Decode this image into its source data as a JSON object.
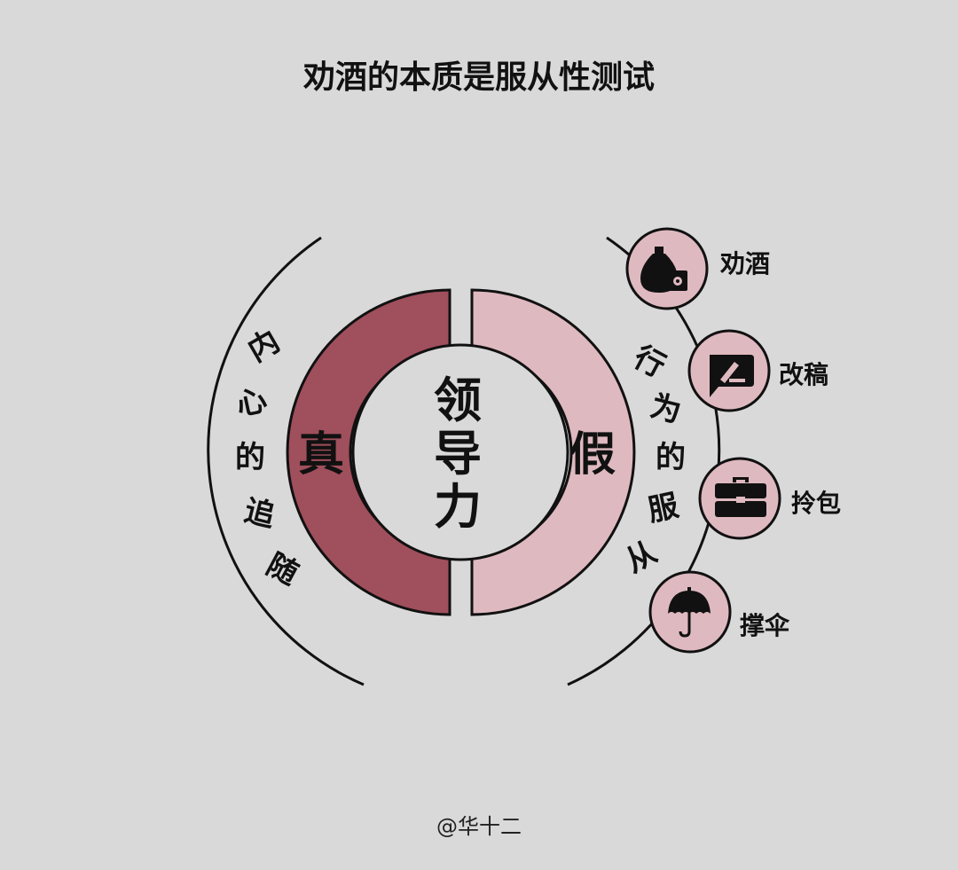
{
  "title": "劝酒的本质是服从性测试",
  "center_label": [
    "领",
    "导",
    "力"
  ],
  "left_half": {
    "label": "真",
    "color": "#a04f5c"
  },
  "right_half": {
    "label": "假",
    "color": "#dfb9c0"
  },
  "left_arc_text": [
    "内",
    "心",
    "的",
    "追",
    "随"
  ],
  "right_arc_text": [
    "行",
    "为",
    "的",
    "服",
    "从"
  ],
  "behaviors": [
    {
      "label": "劝酒",
      "icon": "sake-bottle-cup-icon"
    },
    {
      "label": "改稿",
      "icon": "edit-comment-icon"
    },
    {
      "label": "拎包",
      "icon": "briefcase-icon"
    },
    {
      "label": "撑伞",
      "icon": "umbrella-icon"
    }
  ],
  "credit": "@华十二"
}
